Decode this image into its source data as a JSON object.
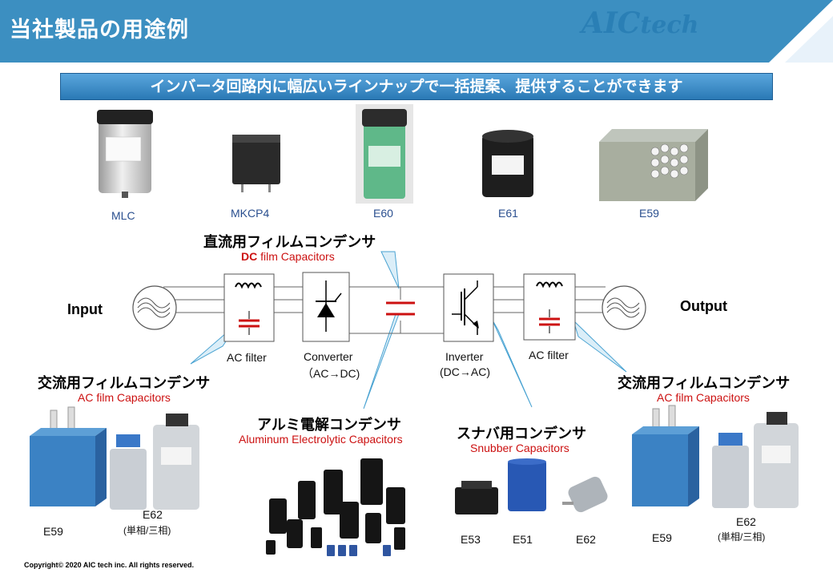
{
  "header": {
    "title": "当社製品の用途例",
    "logo_main": "AIC",
    "logo_suffix": "tech"
  },
  "banner": "インバータ回路内に幅広いラインナップで一括提案、提供することができます",
  "products_top": [
    "MLC",
    "MKCP4",
    "E60",
    "E61",
    "E59"
  ],
  "dc_film": {
    "title": "直流用フィルムコンデンサ",
    "sub_bold": "DC",
    "sub_rest": "film Capacitors"
  },
  "circuit": {
    "input": "Input",
    "output": "Output",
    "ac_filter_left": "AC filter",
    "converter": "Converter",
    "converter_sub": "（AC→DC)",
    "inverter": "Inverter",
    "inverter_sub": "(DC→AC)",
    "ac_filter_right": "AC filter"
  },
  "ac_film_left": {
    "title": "交流用フィルムコンデンサ",
    "sub": "AC film Capacitors"
  },
  "ac_film_right": {
    "title": "交流用フィルムコンデンサ",
    "sub": "AC film Capacitors"
  },
  "aluminum": {
    "title": "アルミ電解コンデンサ",
    "sub": "Aluminum  Electrolytic  Capacitors"
  },
  "snubber": {
    "title": "スナバ用コンデンサ",
    "sub": "Snubber Capacitors"
  },
  "bottom_left": {
    "e59": "E59",
    "e62": "E62",
    "e62_sub": "(単相/三相)"
  },
  "bottom_right": {
    "e59": "E59",
    "e62": "E62",
    "e62_sub": "(単相/三相)"
  },
  "snubber_products": [
    "E53",
    "E51",
    "E62"
  ],
  "copyright": "Copyright© 2020 AIC tech inc.  All rights reserved.",
  "colors": {
    "header": "#3c8fc1",
    "accent_red": "#cc1111",
    "label_blue": "#2a4f8f"
  }
}
